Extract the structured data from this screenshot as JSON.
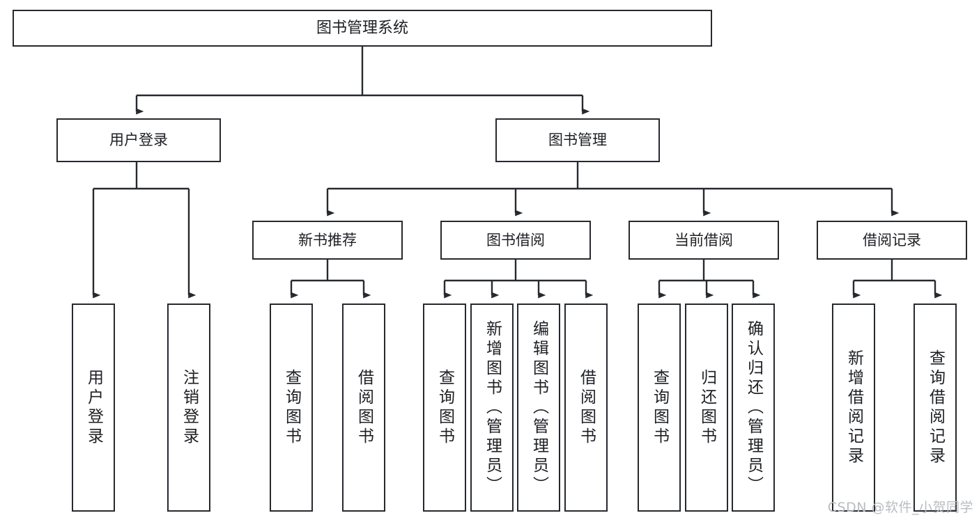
{
  "diagram": {
    "title": "图书管理系统",
    "type": "tree-hierarchy-chart",
    "stroke_color": "#26292e",
    "text_color": "#1d1f23",
    "background": "#ffffff",
    "root": {
      "label": "图书管理系统"
    },
    "level2": [
      {
        "label": "用户登录"
      },
      {
        "label": "图书管理"
      }
    ],
    "level3": [
      {
        "label": "新书推荐"
      },
      {
        "label": "图书借阅"
      },
      {
        "label": "当前借阅"
      },
      {
        "label": "借阅记录"
      }
    ],
    "leaves": {
      "user_login": [
        {
          "label": "用户登录"
        },
        {
          "label": "注销登录"
        }
      ],
      "new_book": [
        {
          "label": "查询图书"
        },
        {
          "label": "借阅图书"
        }
      ],
      "borrow_book": [
        {
          "label": "查询图书"
        },
        {
          "label": "新增图书（管理员）"
        },
        {
          "label": "编辑图书（管理员）"
        },
        {
          "label": "借阅图书"
        }
      ],
      "current_borrow": [
        {
          "label": "查询图书"
        },
        {
          "label": "归还图书"
        },
        {
          "label": "确认归还（管理员）"
        }
      ],
      "borrow_record": [
        {
          "label": "新增借阅记录"
        },
        {
          "label": "查询借阅记录"
        }
      ]
    }
  },
  "watermark": {
    "text": "CSDN @软件_小贺同学",
    "color": "#b9bcc2"
  }
}
